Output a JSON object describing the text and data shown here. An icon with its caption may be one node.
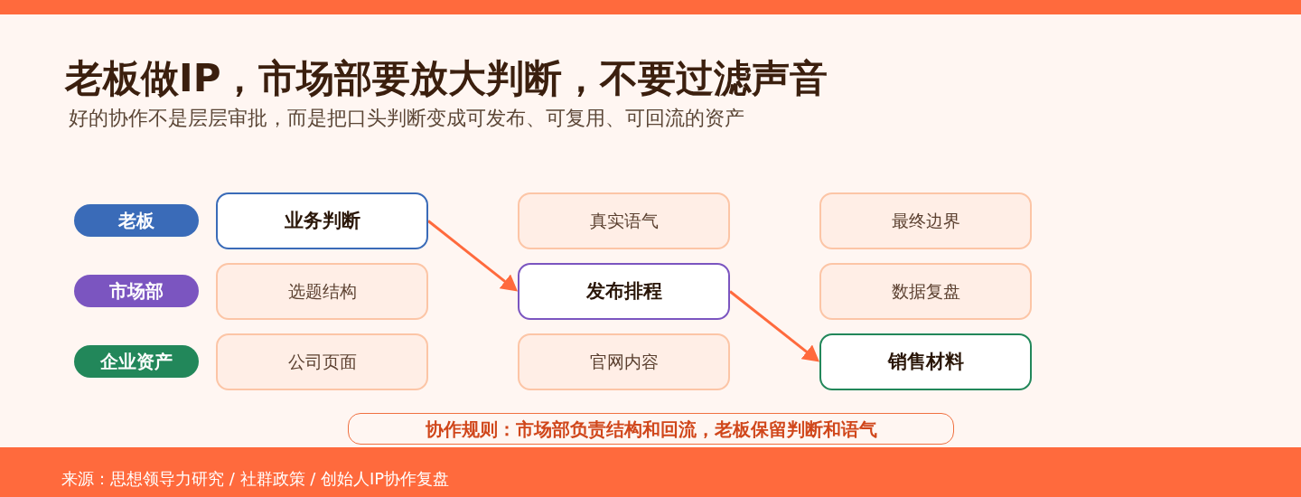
{
  "diagram": {
    "title": "老板做IP，市场部要放大判断，不要过滤声音",
    "nodes": [
      {
        "text": [],
        "shape": "bar"
      },
      {
        "text": [
          "老板"
        ]
      },
      {
        "text": [
          "业务判断"
        ]
      },
      {
        "text": [
          "真实语气"
        ]
      },
      {
        "text": [
          "最终边界"
        ]
      },
      {
        "text": [
          "市场部"
        ]
      },
      {
        "text": [
          "选题结构"
        ]
      },
      {
        "text": [
          "发布排程"
        ]
      },
      {
        "text": [
          "数据复盘"
        ]
      },
      {
        "text": [
          "企业资产"
        ]
      },
      {
        "text": [
          "公司页面"
        ]
      },
      {
        "text": [
          "官网内容"
        ]
      },
      {
        "text": [
          "销售材料"
        ]
      },
      {
        "text": [
          "协作规则：市场部负责结构和回流，老板保留判断和语气"
        ]
      },
      {
        "text": [
          "来源：思想领导力研究 / 社群政策 / 创始人IP协作复盘"
        ]
      }
    ],
    "edges": [
      {
        "from": 2,
        "to": 7,
        "arrow": "to"
      },
      {
        "from": 7,
        "to": 12,
        "arrow": "to"
      }
    ],
    "labels": [
      "好的协作不是层层审批，而是把口头判断变成可发布、可复用、可回流的资产"
    ]
  }
}
